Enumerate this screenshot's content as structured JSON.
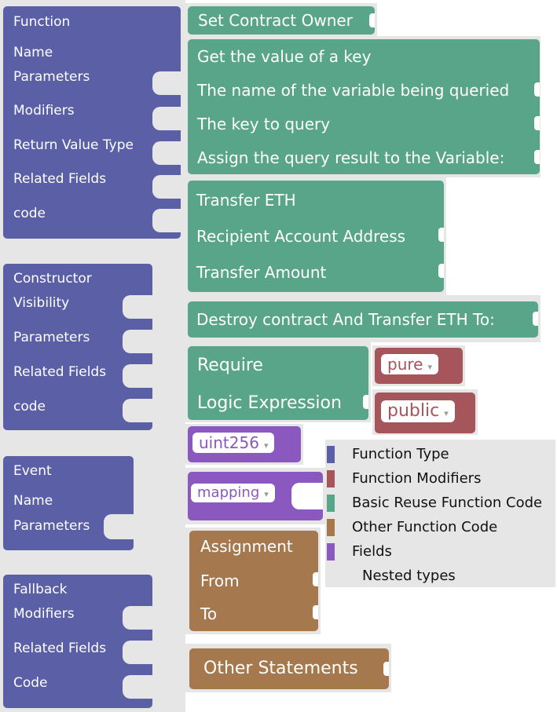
{
  "function_block": {
    "title": "Function",
    "rows": [
      "Name",
      "Parameters",
      "Modifiers",
      "Return Value Type",
      "Related Fields",
      "code"
    ]
  },
  "constructor_block": {
    "title": "Constructor",
    "rows": [
      "Visibility",
      "Parameters",
      "Related Fields",
      "code"
    ]
  },
  "event_block": {
    "title": "Event",
    "rows": [
      "Name",
      "Parameters"
    ]
  },
  "fallback_block": {
    "title": "Fallback",
    "rows": [
      "Modifiers",
      "Related Fields",
      "Code"
    ]
  },
  "set_owner_block": {
    "label": "Set Contract Owner"
  },
  "get_value_block": {
    "rows": [
      "Get the value of a key",
      "The name of the variable being queried",
      "The key to query",
      "Assign the query result to the Variable:"
    ]
  },
  "transfer_block": {
    "rows": [
      "Transfer ETH",
      "Recipient Account Address",
      "Transfer Amount"
    ]
  },
  "destroy_block": {
    "label": "Destroy contract And Transfer ETH To:"
  },
  "require_block": {
    "rows": [
      "Require",
      "Logic Expression"
    ]
  },
  "pure_dropdown": {
    "value": "pure"
  },
  "public_dropdown": {
    "value": "public"
  },
  "uint_dropdown": {
    "value": "uint256"
  },
  "mapping_dropdown": {
    "value": "mapping"
  },
  "assignment_block": {
    "rows": [
      "Assignment",
      "From",
      "To"
    ]
  },
  "other_block": {
    "label": "Other Statements"
  },
  "legend": {
    "items": [
      {
        "label": "Function Type",
        "color": "#5b5fa6"
      },
      {
        "label": "Function Modifiers",
        "color": "#a6555b"
      },
      {
        "label": "Basic Reuse Function Code",
        "color": "#59a58a"
      },
      {
        "label": "Other Function Code",
        "color": "#a5784d"
      },
      {
        "label": "Fields",
        "color": "#8a58bf"
      }
    ],
    "nested_label": "Nested types"
  }
}
